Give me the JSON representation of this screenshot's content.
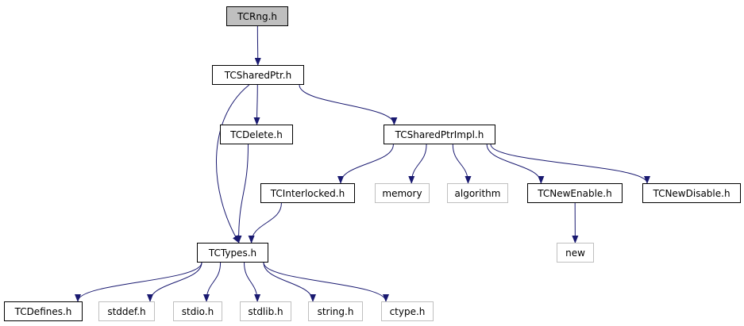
{
  "nodes": {
    "tcrng": {
      "label": "TCRng.h",
      "kind": "root"
    },
    "tcsharedptr": {
      "label": "TCSharedPtr.h",
      "kind": "documented"
    },
    "tcdelete": {
      "label": "TCDelete.h",
      "kind": "documented"
    },
    "tcsharedptrimpl": {
      "label": "TCSharedPtrImpl.h",
      "kind": "documented"
    },
    "tcinterlocked": {
      "label": "TCInterlocked.h",
      "kind": "documented"
    },
    "memory": {
      "label": "memory",
      "kind": "external"
    },
    "algorithm": {
      "label": "algorithm",
      "kind": "external"
    },
    "tcnewenable": {
      "label": "TCNewEnable.h",
      "kind": "documented"
    },
    "tcnewdisable": {
      "label": "TCNewDisable.h",
      "kind": "documented"
    },
    "new": {
      "label": "new",
      "kind": "external"
    },
    "tctypes": {
      "label": "TCTypes.h",
      "kind": "documented"
    },
    "tcdefines": {
      "label": "TCDefines.h",
      "kind": "documented"
    },
    "stddef": {
      "label": "stddef.h",
      "kind": "external"
    },
    "stdio": {
      "label": "stdio.h",
      "kind": "external"
    },
    "stdlib": {
      "label": "stdlib.h",
      "kind": "external"
    },
    "string": {
      "label": "string.h",
      "kind": "external"
    },
    "ctype": {
      "label": "ctype.h",
      "kind": "external"
    }
  },
  "edges": [
    {
      "from": "tcrng",
      "to": "tcsharedptr"
    },
    {
      "from": "tcsharedptr",
      "to": "tcdelete"
    },
    {
      "from": "tcsharedptr",
      "to": "tcsharedptrimpl"
    },
    {
      "from": "tcsharedptr",
      "to": "tctypes"
    },
    {
      "from": "tcdelete",
      "to": "tctypes"
    },
    {
      "from": "tcsharedptrimpl",
      "to": "tcinterlocked"
    },
    {
      "from": "tcsharedptrimpl",
      "to": "memory"
    },
    {
      "from": "tcsharedptrimpl",
      "to": "algorithm"
    },
    {
      "from": "tcsharedptrimpl",
      "to": "tcnewenable"
    },
    {
      "from": "tcsharedptrimpl",
      "to": "tcnewdisable"
    },
    {
      "from": "tcinterlocked",
      "to": "tctypes"
    },
    {
      "from": "tcnewenable",
      "to": "new"
    },
    {
      "from": "tctypes",
      "to": "tcdefines"
    },
    {
      "from": "tctypes",
      "to": "stddef"
    },
    {
      "from": "tctypes",
      "to": "stdio"
    },
    {
      "from": "tctypes",
      "to": "stdlib"
    },
    {
      "from": "tctypes",
      "to": "string"
    },
    {
      "from": "tctypes",
      "to": "ctype"
    }
  ],
  "colors": {
    "edge": "#191970",
    "root_fill": "#bfbfbf",
    "external_border": "#bfbfbf",
    "node_border": "#000000"
  }
}
